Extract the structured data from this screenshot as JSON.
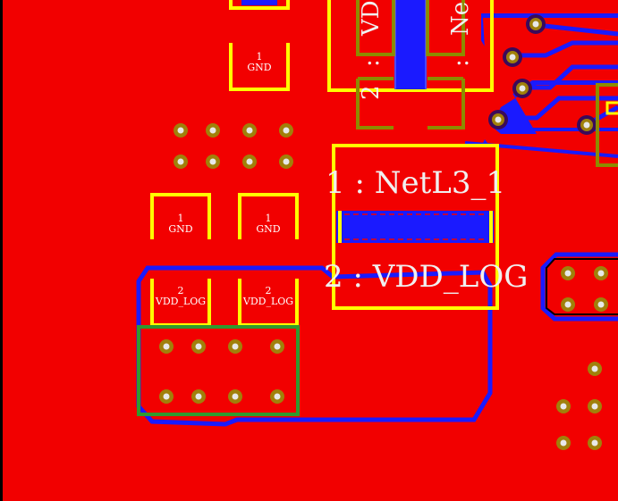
{
  "colors": {
    "copper": "#f20000",
    "trace_blue": "#1a1aff",
    "silk_yellow": "#ffff00",
    "courtyard_olive": "#8c8c00",
    "keepout_green": "#2f9a2f",
    "via_ring": "#a0800a",
    "via_hole": "#e8e8e8",
    "background": "#000000"
  },
  "pads": {
    "gnd_top_num": "1",
    "gnd_top_net": "GND",
    "gnd_left_num": "1",
    "gnd_left_net": "GND",
    "gnd_right_num": "1",
    "gnd_right_net": "GND",
    "vdd_left_num": "2",
    "vdd_left_net": "VDD_LOG",
    "vdd_right_num": "2",
    "vdd_right_net": "VDD_LOG"
  },
  "big_component": {
    "pin1": "1 : NetL3_1",
    "pin2": "2 : VDD_LOG"
  },
  "top_component": {
    "left_pin_fragment": "VD",
    "right_pin_fragment": "Ne",
    "pin2_fragment": "2",
    "colon_left": ":",
    "colon_right": ":"
  }
}
